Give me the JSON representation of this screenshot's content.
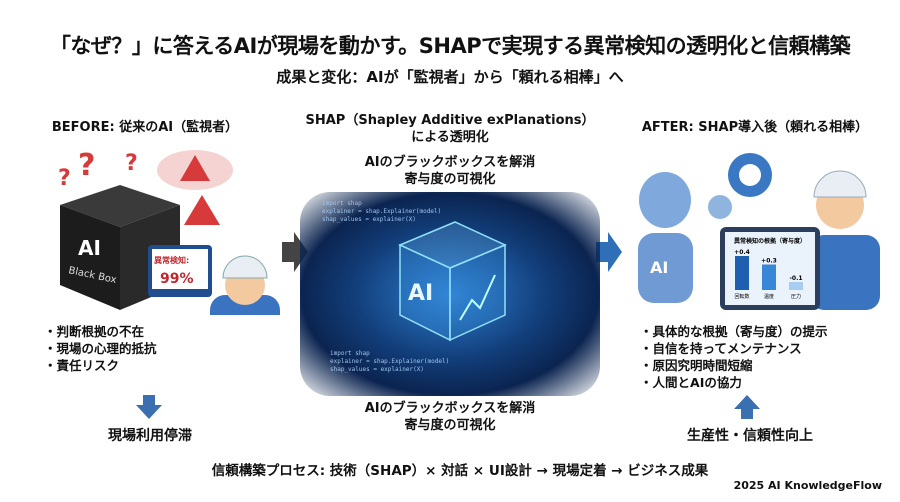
{
  "title": "「なぜ？」に答えるAIが現場を動かす。SHAPで実現する異常検知の透明化と信頼構築",
  "subtitle": "成果と変化：AIが「監視者」から「頼れる相棒」へ",
  "before": {
    "heading": "BEFORE: 従来のAI（監視者）",
    "box_label": "AI",
    "box_sublabel": "Black Box",
    "monitor_label": "異常検知:",
    "monitor_value": "99%",
    "bullets": [
      "判断根拠の不在",
      "現場の心理的抵抗",
      "責任リスク"
    ],
    "outcome": "現場利用停滞"
  },
  "center": {
    "heading_line1": "SHAP（Shapley Additive exPlanations）",
    "heading_line2": "による透明化",
    "caption_top": [
      "AIのブラックボックスを解消",
      "寄与度の可視化"
    ],
    "cube_label": "AI",
    "code_top": [
      "import shap",
      "explainer = shap.Explainer(model)",
      "shap_values = explainer(X)"
    ],
    "code_bottom": [
      "import shap",
      "explainer = shap.Explainer(model)",
      "shap_values = explainer(X)"
    ],
    "caption_bottom": [
      "AIのブラックボックスを解消",
      "寄与度の可視化"
    ]
  },
  "after": {
    "heading": "AFTER: SHAP導入後（頼れる相棒）",
    "robot_label": "AI",
    "tablet_chart": {
      "type": "bar",
      "title": "異常検知の根拠（寄与度）",
      "categories": [
        "回転数",
        "温度",
        "圧力"
      ],
      "values": [
        0.4,
        0.3,
        -0.1
      ],
      "value_labels": [
        "+0.4",
        "+0.3",
        "-0.1"
      ]
    },
    "bullets": [
      "具体的な根拠（寄与度）の提示",
      "自信を持ってメンテナンス",
      "原因究明時間短縮",
      "人間とAIの協力"
    ],
    "outcome": "生産性・信頼性向上"
  },
  "process": "信頼構築プロセス: 技術（SHAP）× 対話 × UI設計 → 現場定着 → ビジネス成果",
  "footer": "2025 AI KnowledgeFlow",
  "colors": {
    "warning": "#d63a3a",
    "blue": "#2f6fb8",
    "dark": "#1c1c1c",
    "glow": "#2d7fd0"
  }
}
